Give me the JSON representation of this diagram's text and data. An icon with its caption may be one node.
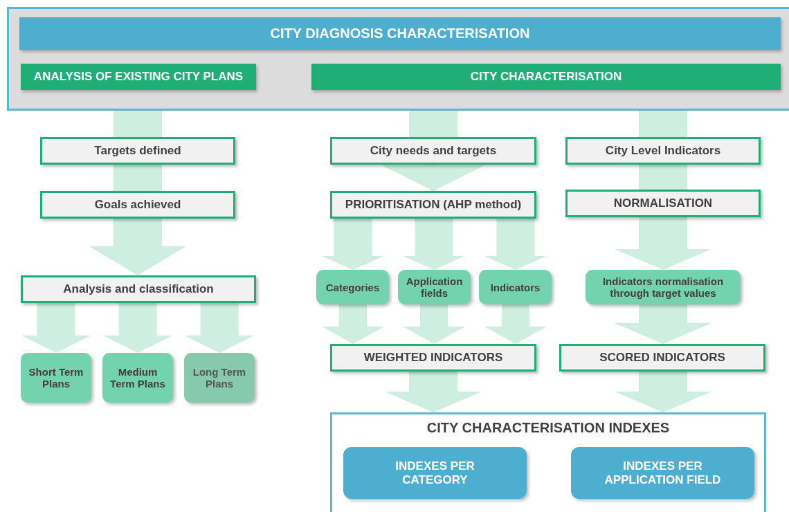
{
  "diagram": {
    "nodes": [
      {
        "text": [],
        "shape": "box"
      },
      {
        "text": [
          "CITY DIAGNOSIS CHARACTERISATION"
        ],
        "in": 0
      },
      {
        "text": [
          "ANALYSIS OF EXISTING CITY PLANS"
        ],
        "in": 0
      },
      {
        "text": [
          "CITY CHARACTERISATION"
        ],
        "in": 0
      },
      {
        "text": [
          "Targets defined"
        ]
      },
      {
        "text": [
          "Goals achieved"
        ]
      },
      {
        "text": [
          "Analysis and classification"
        ]
      },
      {
        "text": [
          "Short Term Plans"
        ]
      },
      {
        "text": [
          "Medium Term Plans"
        ]
      },
      {
        "text": [
          "Long Term Plans"
        ]
      },
      {
        "text": [
          "City needs and targets"
        ]
      },
      {
        "text": [
          "PRIORITISATION (AHP method)"
        ]
      },
      {
        "text": [
          "Categories"
        ]
      },
      {
        "text": [
          "Application fields"
        ]
      },
      {
        "text": [
          "Indicators"
        ]
      },
      {
        "text": [
          "WEIGHTED INDICATORS"
        ]
      },
      {
        "text": [
          "City Level Indicators"
        ]
      },
      {
        "text": [
          "NORMALISATION"
        ]
      },
      {
        "text": [
          "Indicators normalisation through target values"
        ]
      },
      {
        "text": [
          "SCORED INDICATORS"
        ]
      },
      {
        "text": [
          "CITY CHARACTERISATION INDEXES"
        ]
      },
      {
        "text": [
          "INDEXES PER CATEGORY"
        ],
        "in": 20
      },
      {
        "text": [
          "INDEXES PER APPLICATION FIELD"
        ],
        "in": 20
      }
    ],
    "edges": [
      {
        "from": 2,
        "to": 4,
        "arrow": "none"
      },
      {
        "from": 4,
        "to": 5,
        "arrow": "none"
      },
      {
        "from": 5,
        "to": 6,
        "arrow": "to"
      },
      {
        "from": 6,
        "to": 7,
        "arrow": "to"
      },
      {
        "from": 6,
        "to": 8,
        "arrow": "to"
      },
      {
        "from": 6,
        "to": 9,
        "arrow": "to"
      },
      {
        "from": 3,
        "to": 10,
        "arrow": "none"
      },
      {
        "from": 10,
        "to": 11,
        "arrow": "to"
      },
      {
        "from": 11,
        "to": 12,
        "arrow": "to"
      },
      {
        "from": 11,
        "to": 13,
        "arrow": "to"
      },
      {
        "from": 11,
        "to": 14,
        "arrow": "to"
      },
      {
        "from": 12,
        "to": 15,
        "arrow": "to"
      },
      {
        "from": 13,
        "to": 15,
        "arrow": "to"
      },
      {
        "from": 14,
        "to": 15,
        "arrow": "to"
      },
      {
        "from": 3,
        "to": 16,
        "arrow": "none"
      },
      {
        "from": 16,
        "to": 17,
        "arrow": "none"
      },
      {
        "from": 17,
        "to": 18,
        "arrow": "to"
      },
      {
        "from": 18,
        "to": 19,
        "arrow": "to"
      },
      {
        "from": 15,
        "to": 20,
        "arrow": "to"
      },
      {
        "from": 19,
        "to": 20,
        "arrow": "to"
      }
    ]
  }
}
